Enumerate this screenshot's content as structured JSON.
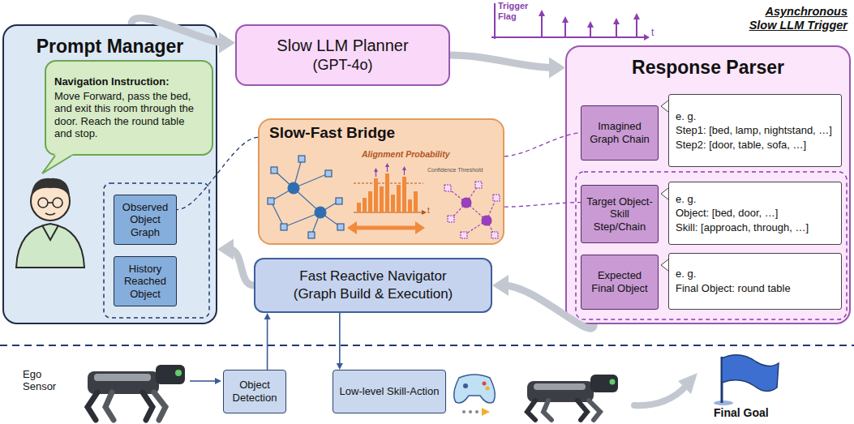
{
  "diagram": {
    "nodes": [
      {
        "text": [
          "Prompt Manager"
        ]
      },
      {
        "text": [
          "Navigation Instruction:",
          "Move Forward, pass the bed, and exit this room through the door. Reach the round table and stop."
        ],
        "in": 0
      },
      {
        "text": [
          "Observed Object Graph"
        ],
        "in": 0
      },
      {
        "text": [
          "History Reached Object"
        ],
        "in": 0
      },
      {
        "text": [
          "Slow LLM Planner",
          "(GPT-4o)"
        ]
      },
      {
        "text": [
          "Slow-Fast Bridge"
        ]
      },
      {
        "text": [
          "Fast Reactive Navigator",
          "(Graph Build & Execution)"
        ]
      },
      {
        "text": [
          "Response Parser"
        ]
      },
      {
        "text": [
          "Imagined Graph Chain"
        ],
        "in": 7
      },
      {
        "text": [
          "e. g.",
          "Step1: [bed, lamp, nightstand, …]",
          "Step2: [door, table, sofa, …]"
        ],
        "in": 7
      },
      {
        "text": [
          "Target Object-Skill Step/Chain"
        ],
        "in": 7
      },
      {
        "text": [
          "e. g.",
          "Object: [bed, door, …]",
          "Skill: [approach, through, …]"
        ],
        "in": 7
      },
      {
        "text": [
          "Expected Final Object"
        ],
        "in": 7
      },
      {
        "text": [
          "e. g.",
          "Final Object: round table"
        ],
        "in": 7
      },
      {
        "text": [
          "Object Detection"
        ]
      },
      {
        "text": [
          "Low-level Skill-Action"
        ]
      }
    ],
    "edges": [
      {
        "from": 0,
        "to": 4,
        "arrow": "to"
      },
      {
        "from": 4,
        "to": 7,
        "arrow": "to"
      },
      {
        "from": 7,
        "to": 6,
        "arrow": "to"
      },
      {
        "from": 6,
        "to": 0,
        "arrow": "to"
      },
      {
        "from": 14,
        "to": 6,
        "arrow": "to"
      },
      {
        "from": 6,
        "to": 15,
        "arrow": "to"
      },
      {
        "from": 5,
        "to": 2,
        "arrow": "none"
      },
      {
        "from": 5,
        "to": 8,
        "arrow": "none"
      },
      {
        "from": 5,
        "to": 10,
        "arrow": "none"
      }
    ],
    "labels": [
      "Trigger Flag",
      "t",
      "Asynchronous Slow LLM Trigger",
      "Alignment Probability",
      "Confidence Threshold",
      "t",
      "Ego Sensor",
      "Final Goal"
    ]
  }
}
